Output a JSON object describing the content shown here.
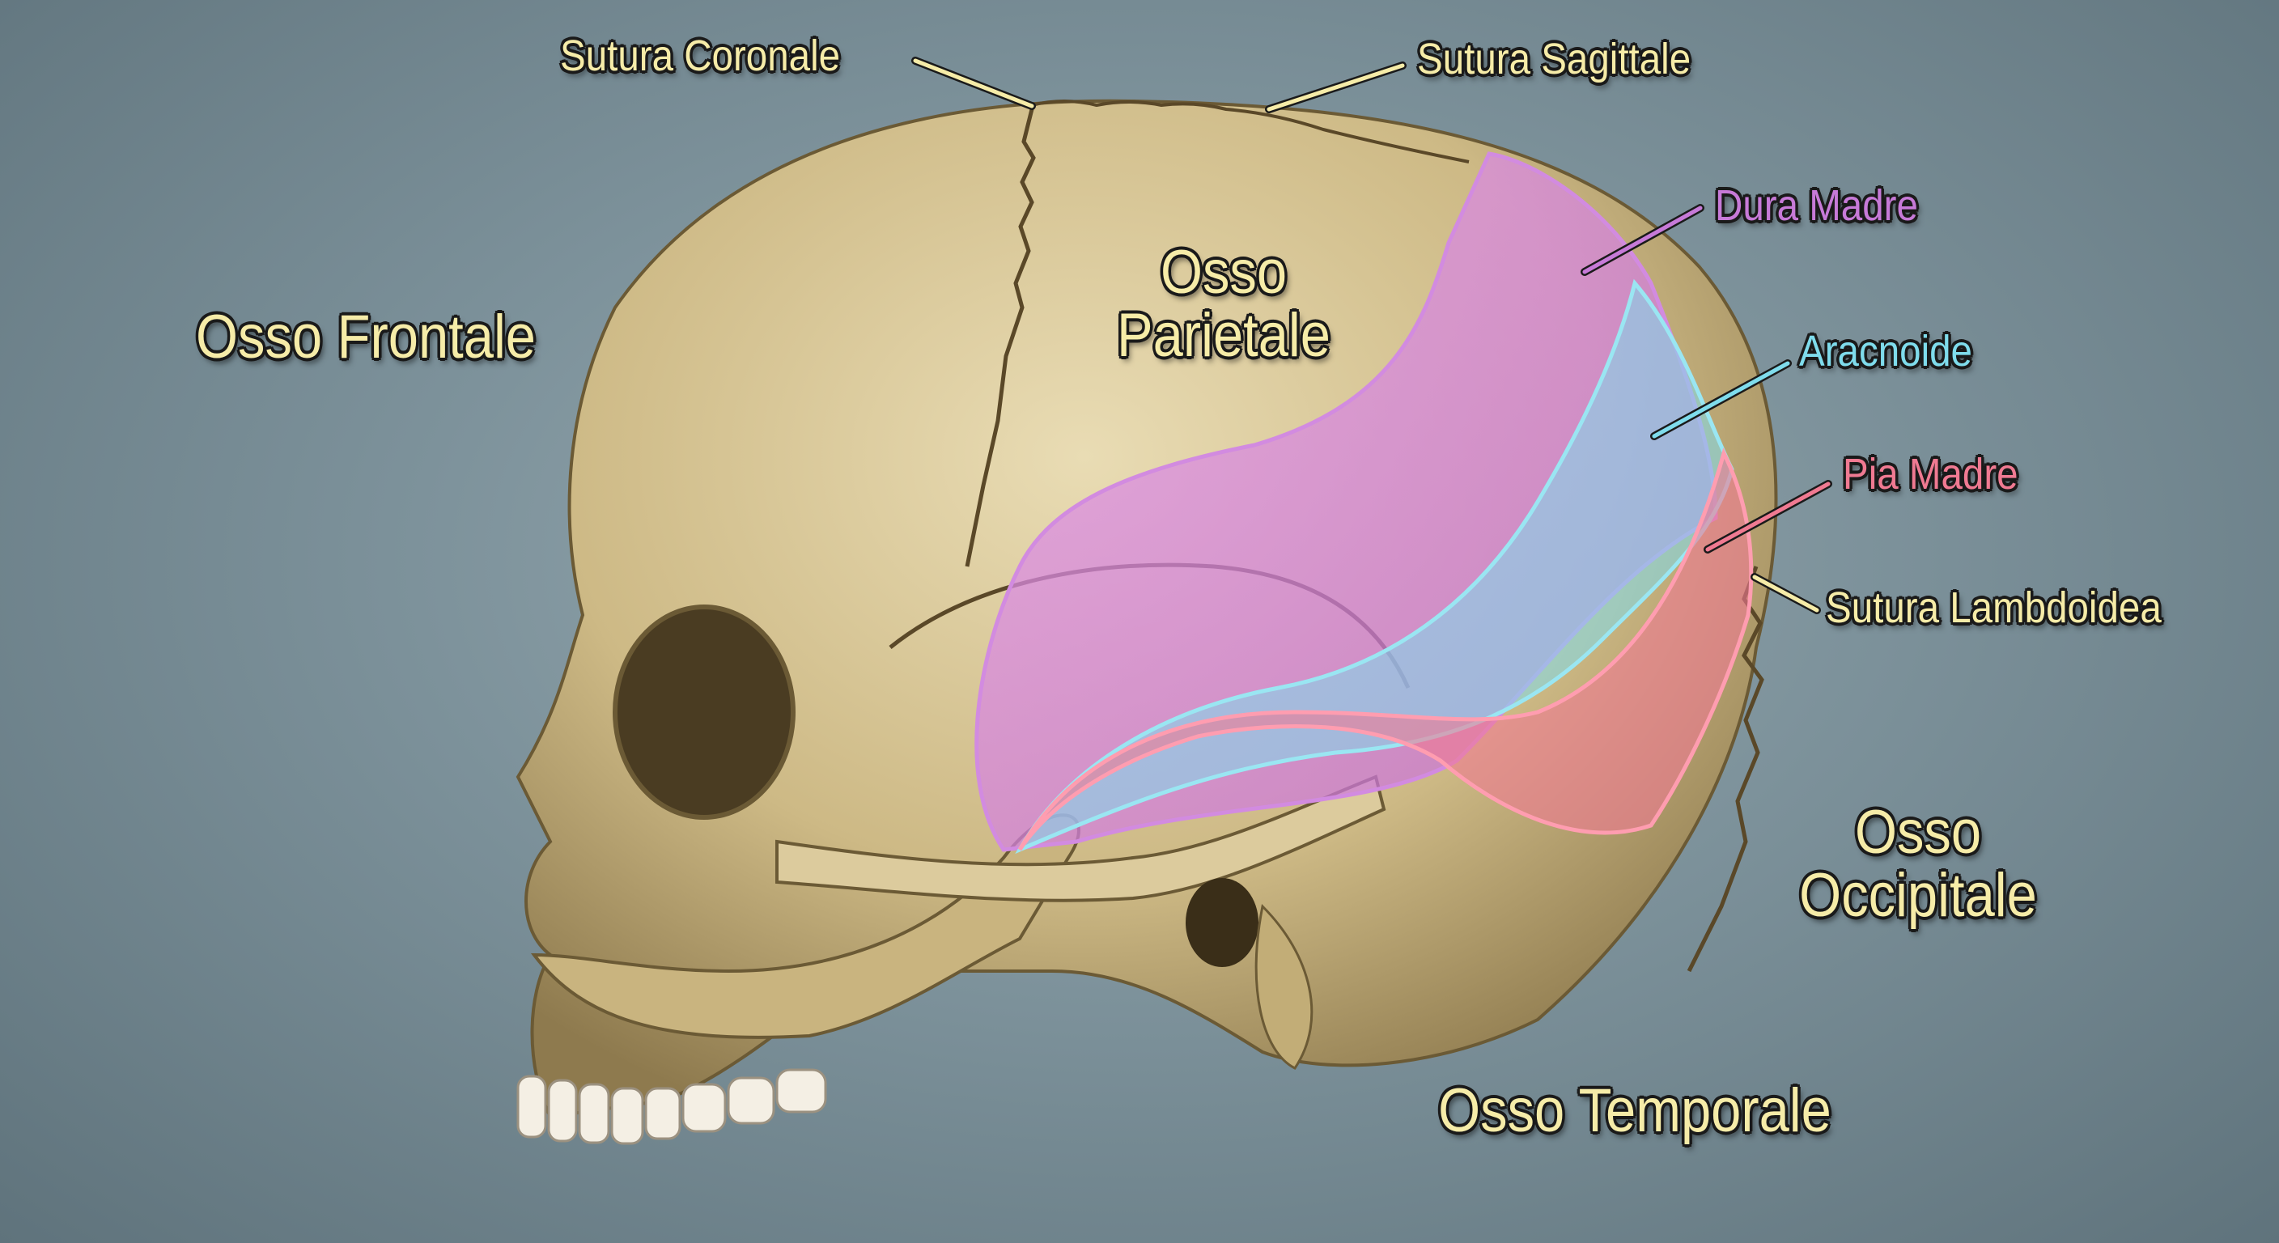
{
  "labels": {
    "sutura_coronale": "Sutura Coronale",
    "sutura_sagittale": "Sutura Sagittale",
    "dura_madre": "Dura Madre",
    "aracnoide": "Aracnoide",
    "pia_madre": "Pia Madre",
    "sutura_lambdoidea": "Sutura Lambdoidea",
    "osso_frontale": "Osso Frontale",
    "osso_parietale_1": "Osso",
    "osso_parietale_2": "Parietale",
    "osso_occipitale_1": "Osso",
    "osso_occipitale_2": "Occipitale",
    "osso_temporale": "Osso Temporale"
  },
  "colors": {
    "label_bone": "#f6eca8",
    "dura_madre": "#c77ad8",
    "aracnoide": "#7fdcec",
    "pia_madre": "#f07a92",
    "bone": "#d9c79a"
  }
}
